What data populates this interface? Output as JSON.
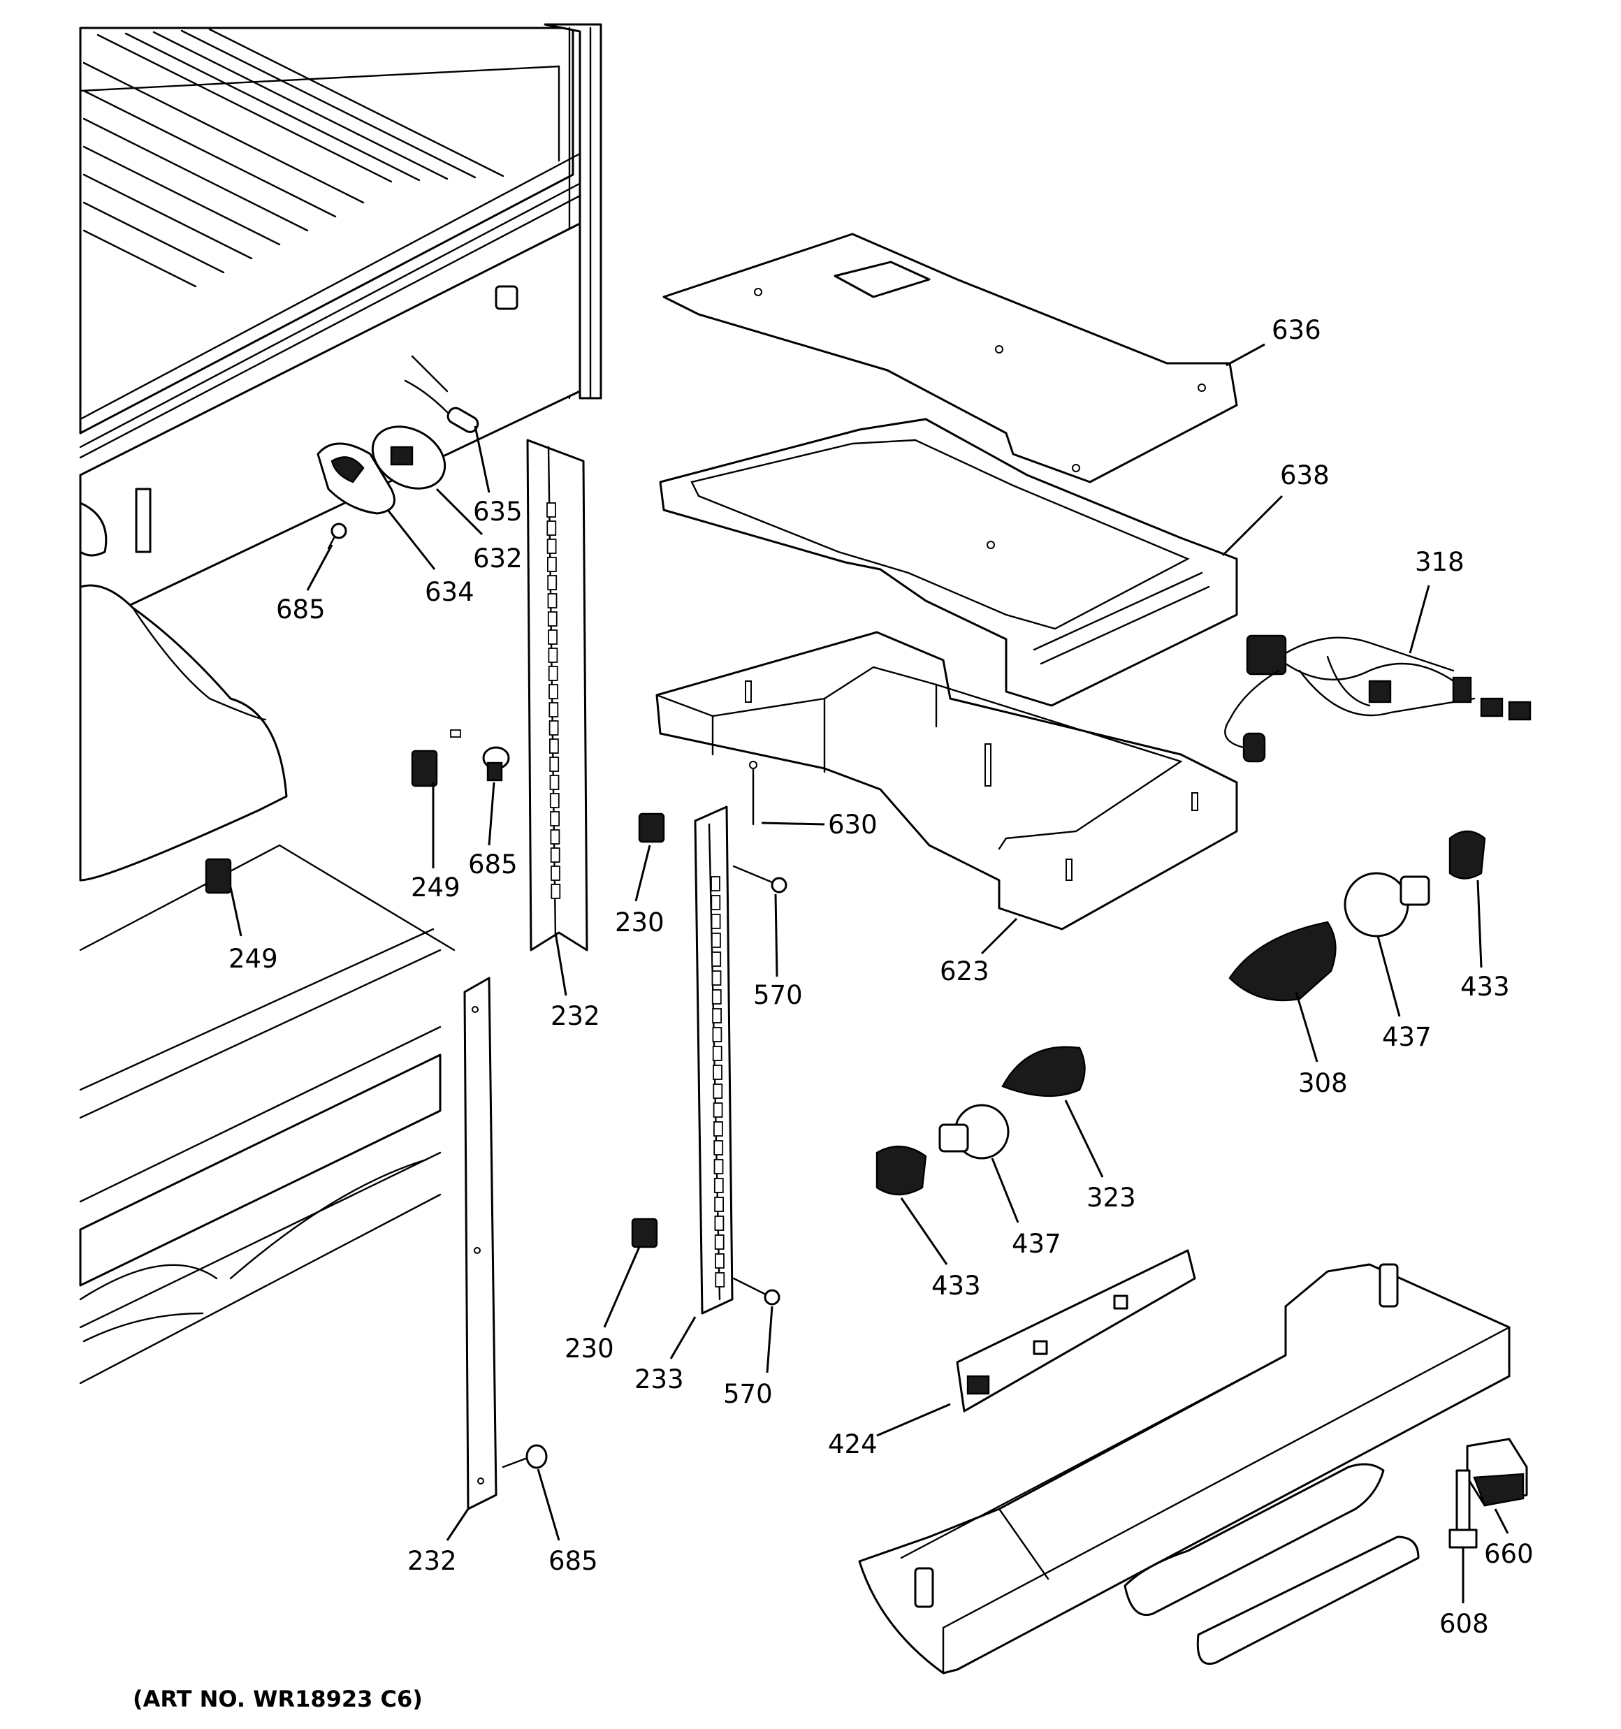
{
  "art_number": "(ART NO. WR18923 C6)",
  "callouts": [
    {
      "id": "c636",
      "label": "636"
    },
    {
      "id": "c638",
      "label": "638"
    },
    {
      "id": "c318",
      "label": "318"
    },
    {
      "id": "c635",
      "label": "635"
    },
    {
      "id": "c632",
      "label": "632"
    },
    {
      "id": "c634",
      "label": "634"
    },
    {
      "id": "c685a",
      "label": "685"
    },
    {
      "id": "c630",
      "label": "630"
    },
    {
      "id": "c249a",
      "label": "249"
    },
    {
      "id": "c685b",
      "label": "685"
    },
    {
      "id": "c230a",
      "label": "230"
    },
    {
      "id": "c249b",
      "label": "249"
    },
    {
      "id": "c570a",
      "label": "570"
    },
    {
      "id": "c623",
      "label": "623"
    },
    {
      "id": "c433a",
      "label": "433"
    },
    {
      "id": "c437a",
      "label": "437"
    },
    {
      "id": "c308",
      "label": "308"
    },
    {
      "id": "c232a",
      "label": "232"
    },
    {
      "id": "c323",
      "label": "323"
    },
    {
      "id": "c437b",
      "label": "437"
    },
    {
      "id": "c433b",
      "label": "433"
    },
    {
      "id": "c230b",
      "label": "230"
    },
    {
      "id": "c233",
      "label": "233"
    },
    {
      "id": "c570b",
      "label": "570"
    },
    {
      "id": "c424",
      "label": "424"
    },
    {
      "id": "c660",
      "label": "660"
    },
    {
      "id": "c608",
      "label": "608"
    },
    {
      "id": "c232b",
      "label": "232"
    },
    {
      "id": "c685c",
      "label": "685"
    }
  ]
}
